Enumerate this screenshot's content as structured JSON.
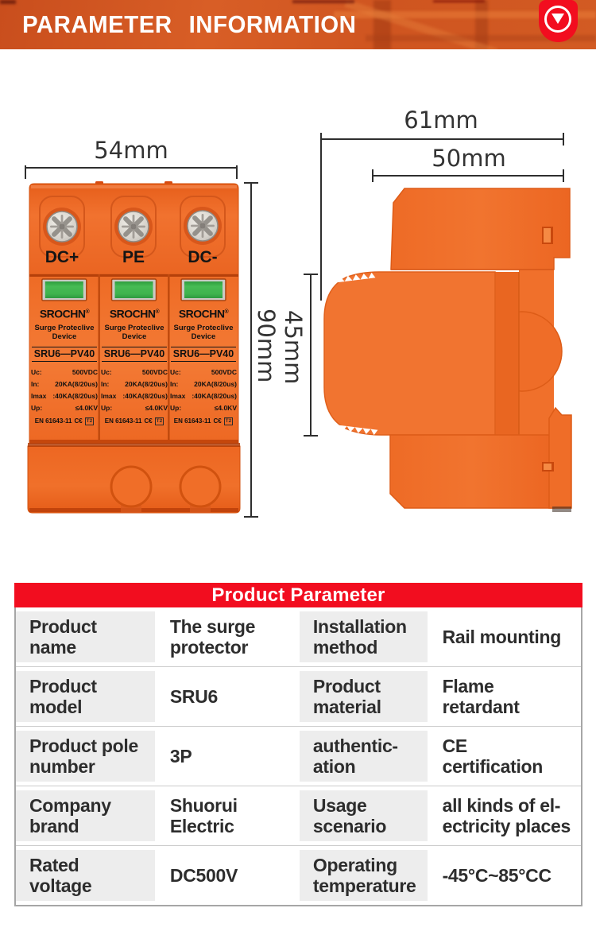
{
  "header": {
    "title": "PARAMETER INFORMATION"
  },
  "diagram": {
    "front": {
      "width_label": "54mm",
      "height_label": "90mm",
      "terminals": [
        "DC+",
        "PE",
        "DC-"
      ],
      "module_card": {
        "brand": "SROCHN",
        "reg": "®",
        "subtitle_line1": "Surge Proteclive",
        "subtitle_line2": "Device",
        "model": "SRU6—PV40",
        "specs": [
          {
            "k": "Uc:",
            "v": "500VDC"
          },
          {
            "k": "In:",
            "v": "20KA(8/20us)"
          },
          {
            "k": "Imax",
            "v": ":40KA(8/20us)"
          },
          {
            "k": "Up:",
            "v": "≤4.0KV"
          }
        ],
        "cert": "EN 61643-11",
        "cert_ce": "C€",
        "cert_class": "T2"
      }
    },
    "side": {
      "total_width_label": "61mm",
      "rail_width_label": "50mm",
      "module_height_label": "45mm"
    }
  },
  "table": {
    "title": "Product Parameter",
    "rows": [
      {
        "label1": "Product\nname",
        "value1": "The surge\nprotector",
        "label2": "Installation\nmethod",
        "value2": "Rail mounting"
      },
      {
        "label1": "Product\nmodel",
        "value1": "SRU6",
        "label2": "Product\nmaterial",
        "value2": "Flame\nretardant"
      },
      {
        "label1": "Product pole\nnumber",
        "value1": "3P",
        "label2": "authentic-\nation",
        "value2": "CE\ncertification"
      },
      {
        "label1": "Company\nbrand",
        "value1": "Shuorui\nElectric",
        "label2": "Usage\nscenario",
        "value2": "all kinds of el-\nectricity places"
      },
      {
        "label1": "Rated\nvoltage",
        "value1": "DC500V",
        "label2": "Operating\ntemperature",
        "value2": "-45°C~85°CC"
      }
    ]
  },
  "colors": {
    "brand_red": "#f20d1f",
    "banner_orange": "#d25b23",
    "device_orange": "#f0702b",
    "indicator_green": "#3db54b",
    "label_cell_gray": "#ededed"
  }
}
